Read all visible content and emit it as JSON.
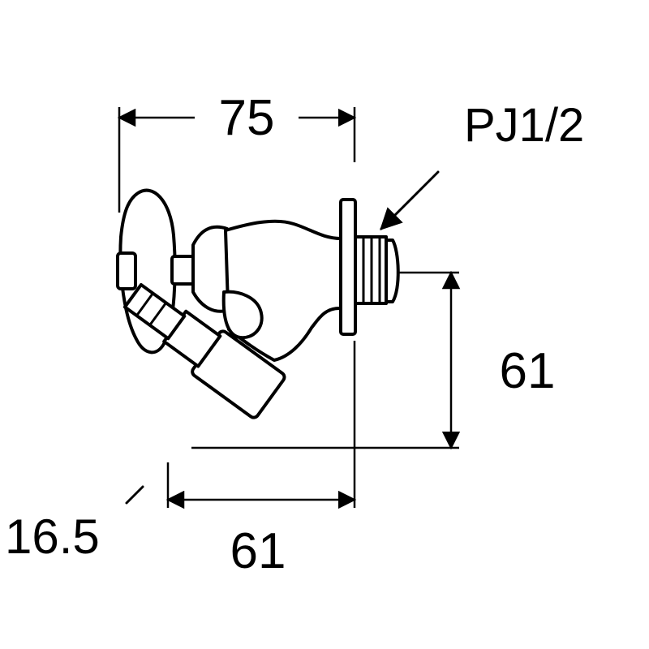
{
  "labels": {
    "width_top": "75",
    "thread_spec": "PJ1/2",
    "height_right": "61",
    "depth_bottom": "61",
    "hose_diameter": "16.5"
  },
  "colors": {
    "line": "#000000",
    "background": "#ffffff"
  }
}
